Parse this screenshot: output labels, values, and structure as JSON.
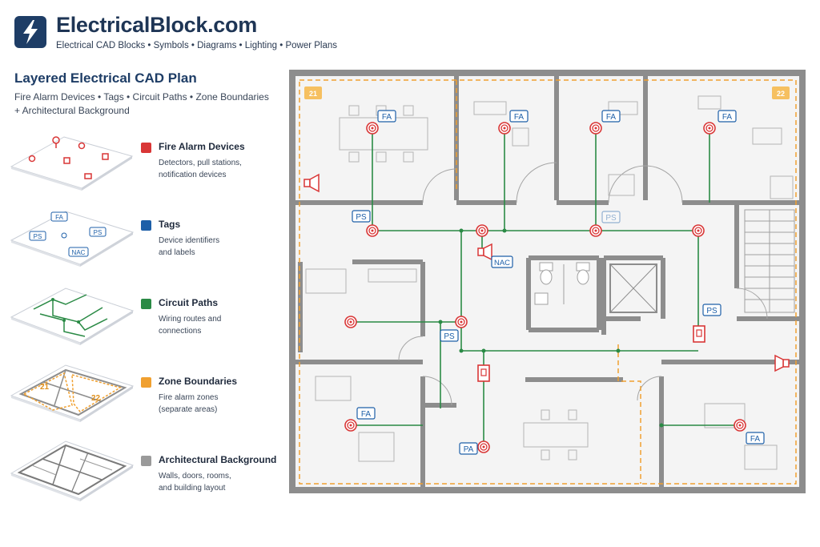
{
  "header": {
    "site_name": "ElectricalBlock.com",
    "tagline": "Electrical CAD Blocks  •  Symbols  •  Diagrams  •  Lighting  •  Power Plans"
  },
  "plan": {
    "title": "Layered Electrical CAD Plan",
    "subtitle_line1": "Fire Alarm Devices  •  Tags  •  Circuit Paths  •  Zone Boundaries",
    "subtitle_line2": "+ Architectural Background"
  },
  "legend": [
    {
      "title": "Fire Alarm Devices",
      "desc_line1": "Detectors, pull stations,",
      "desc_line2": "notification devices",
      "color": "#d93636"
    },
    {
      "title": "Tags",
      "desc_line1": "Device identifiers",
      "desc_line2": "and labels",
      "color": "#1d5fa8"
    },
    {
      "title": "Circuit Paths",
      "desc_line1": "Wiring routes and",
      "desc_line2": "connections",
      "color": "#2a8a45"
    },
    {
      "title": "Zone Boundaries",
      "desc_line1": "Fire alarm zones",
      "desc_line2": "(separate areas)",
      "color": "#f0a030"
    },
    {
      "title": "Architectural Background",
      "desc_line1": "Walls, doors, rooms,",
      "desc_line2": "and building layout",
      "color": "#9a9a9a"
    }
  ],
  "thumb_tags": {
    "fa": "FA",
    "ps1": "PS",
    "ps2": "PS",
    "nac": "NAC"
  },
  "thumb_zones": {
    "z1": "21",
    "z2": "22"
  },
  "floor_tags": {
    "fa1": "FA",
    "fa2": "FA",
    "fa3": "FA",
    "fa4": "FA",
    "ps1": "PS",
    "ps2": "PS",
    "ps3": "PS",
    "nac": "NAC",
    "ps4": "PS",
    "fa5": "FA",
    "pa": "PA",
    "fa6": "FA"
  },
  "floor_zones": {
    "z1": "21",
    "z2": "22"
  },
  "colors": {
    "fire_alarm": "#d93636",
    "tag": "#1d5fa8",
    "circuit": "#2a8a45",
    "zone": "#f0a030",
    "wall": "#8d8d8d"
  }
}
